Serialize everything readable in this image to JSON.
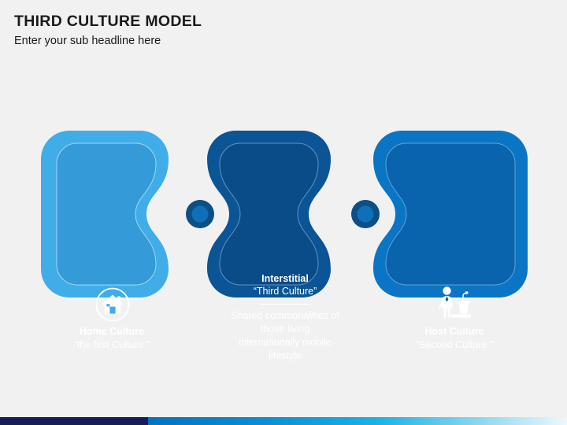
{
  "header": {
    "title": "THIRD CULTURE MODEL",
    "subtitle": "Enter your sub headline here"
  },
  "diagram": {
    "type": "three-piece-puzzle",
    "pieces": [
      {
        "id": "home",
        "title": "Home Culture",
        "subtitle": "“the first Culture.”",
        "icon": "house-icon",
        "outer_color": "#41ade8",
        "inner_color": "#349ad8"
      },
      {
        "id": "interstitial",
        "title": "Interstitial",
        "subtitle": "“Third Culture”",
        "body": "Shared commonalities of those living internationally mobile lifestyle",
        "outer_color": "#0b5496",
        "inner_color": "#0a4c88"
      },
      {
        "id": "host",
        "title": "Host Culture",
        "subtitle": "“Second Culture.”",
        "icon": "speaker-podium-icon",
        "outer_color": "#0a75c4",
        "inner_color": "#0a63ad"
      }
    ],
    "connectors": [
      {
        "id": "connector-left",
        "ring_color": "#0b4f86",
        "core_color": "#0f6fb8"
      },
      {
        "id": "connector-right",
        "ring_color": "#0b4f86",
        "core_color": "#0f6fb8"
      }
    ]
  },
  "footer": {
    "navy_color": "#141f5a",
    "gradient_start": "#0073c4",
    "gradient_end": "#eef8fc"
  }
}
